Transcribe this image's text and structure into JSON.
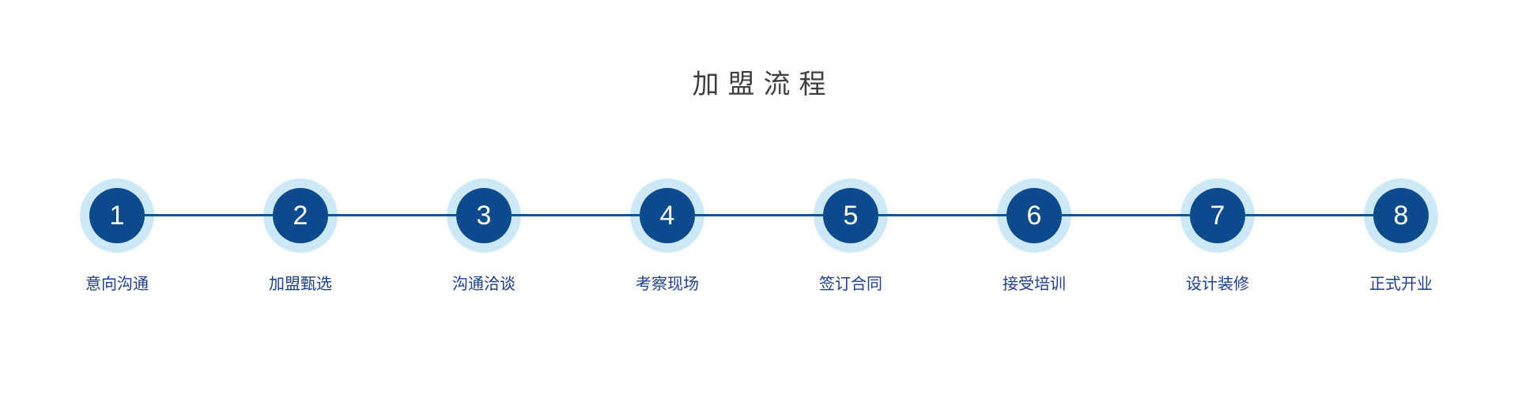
{
  "title": {
    "text": "加盟流程"
  },
  "colors": {
    "background": "#ffffff",
    "title": "#3f3f3f",
    "circle": "#0c4a8e",
    "halo": "#cde9f8",
    "line": "#0a55a5",
    "label": "#1c3e93",
    "number": "#ffffff"
  },
  "steps": [
    {
      "number": "1",
      "label": "意向沟通"
    },
    {
      "number": "2",
      "label": "加盟甄选"
    },
    {
      "number": "3",
      "label": "沟通洽谈"
    },
    {
      "number": "4",
      "label": "考察现场"
    },
    {
      "number": "5",
      "label": "签订合同"
    },
    {
      "number": "6",
      "label": "接受培训"
    },
    {
      "number": "7",
      "label": "设计装修"
    },
    {
      "number": "8",
      "label": "正式开业"
    }
  ]
}
